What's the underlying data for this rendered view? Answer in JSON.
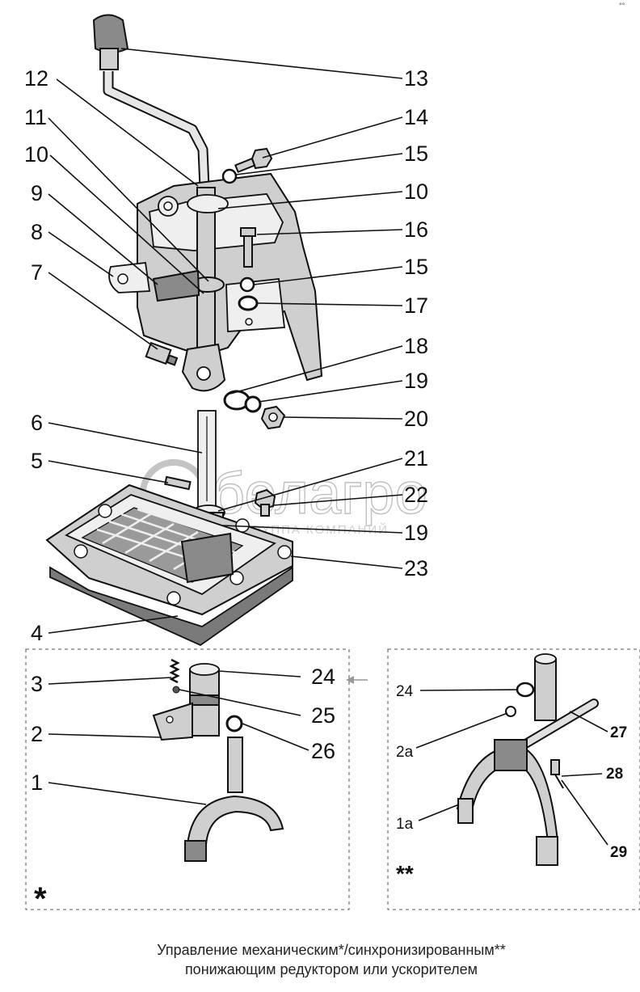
{
  "corner_mark": "°°",
  "watermark": {
    "brand": "белагро",
    "sub": "ГРУППА КОМПАНИЙ"
  },
  "labels": [
    "12",
    "13",
    "11",
    "14",
    "10",
    "15",
    "9",
    "10",
    "8",
    "16",
    "7",
    "15",
    "17",
    "18",
    "19",
    "6",
    "20",
    "5",
    "21",
    "22",
    "19",
    "23",
    "4",
    "3",
    "24",
    "2",
    "25",
    "1",
    "26"
  ],
  "inset_labels": [
    "24",
    "27",
    "2a",
    "28",
    "1a",
    "29"
  ],
  "markers": {
    "single": "*",
    "double": "**"
  },
  "caption": {
    "line1": "Управление механическим*/синхронизированным**",
    "line2": "понижающим редуктором или ускорителем"
  }
}
